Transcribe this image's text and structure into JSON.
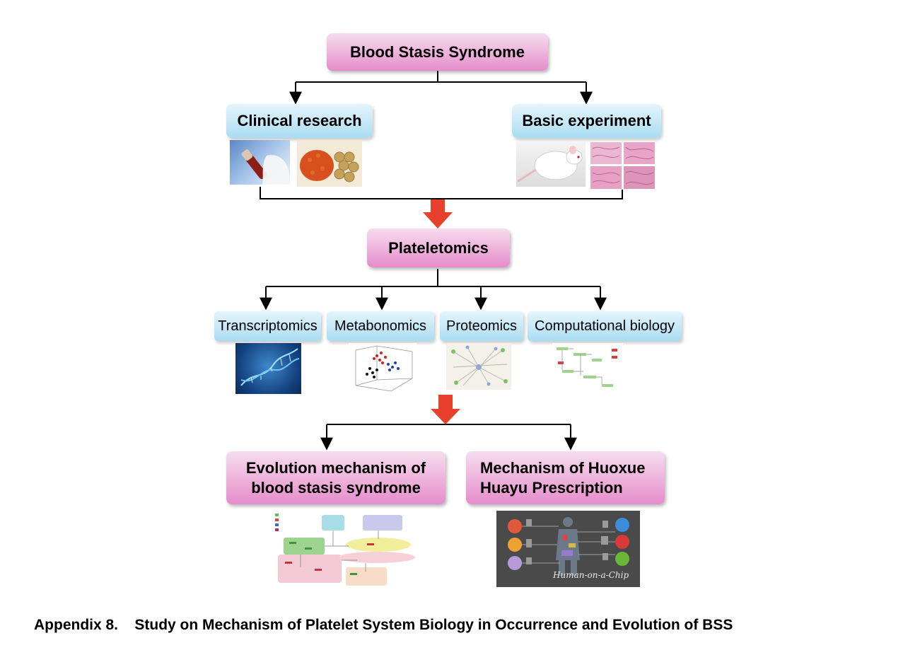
{
  "diagram": {
    "root": "Blood Stasis Syndrome",
    "level1": [
      "Clinical research",
      "Basic experiment"
    ],
    "hub": "Plateletomics",
    "omics": [
      "Transcriptomics",
      "Metabonomics",
      "Proteomics",
      "Computational biology"
    ],
    "outcomes": [
      {
        "line1": "Evolution mechanism of",
        "line2": "blood stasis syndrome"
      },
      {
        "line1": "Mechanism of Huoxue",
        "line2": "Huayu Prescription"
      }
    ],
    "chip_label": "Human-on-a-Chip"
  },
  "caption": {
    "label": "Appendix 8.",
    "text": "Study on Mechanism of Platelet System Biology in Occurrence and Evolution of BSS"
  },
  "colors": {
    "pink_box": "#e58ccb",
    "blue_box": "#a9dcf3",
    "red_arrow": "#e8412b",
    "connector": "#000000"
  }
}
